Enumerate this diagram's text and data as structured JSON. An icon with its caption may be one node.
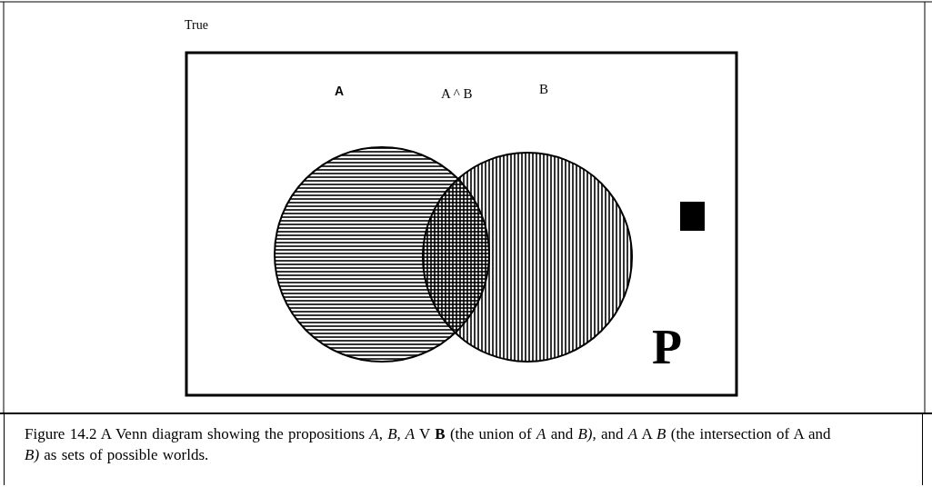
{
  "diagram": {
    "caption": "Figure 14.2 A Venn diagram showing the propositions *A, B, A* V **B** (the union of *A* and *B),* and *A* A *B* (the intersection of A and *B)* as sets of possible worlds.",
    "nodes": [
      {
        "text": [
          "True"
        ]
      },
      {
        "text": [
          "A"
        ],
        "in": 0
      },
      {
        "text": [
          "B"
        ],
        "in": 0
      }
    ],
    "labels": [
      "A ^ B",
      "P"
    ]
  }
}
